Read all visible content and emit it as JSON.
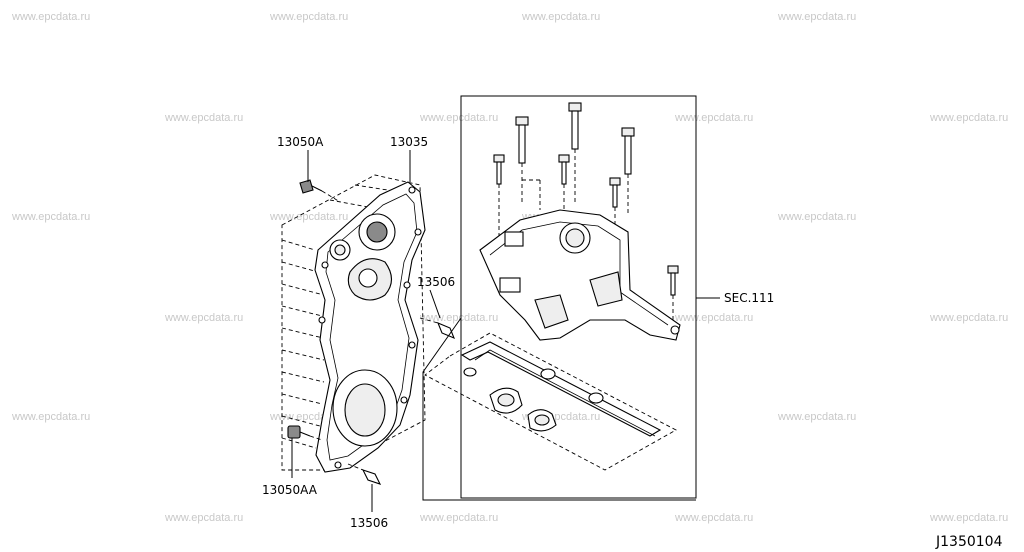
{
  "watermark": "www.epcdata.ru",
  "labels": {
    "part_13050a": "13050A",
    "part_13035": "13035",
    "part_13506_upper": "13506",
    "part_13506_lower": "13506",
    "part_13050aa": "13050AA",
    "sec_111": "SEC.111"
  },
  "diagram_id": "J1350104"
}
